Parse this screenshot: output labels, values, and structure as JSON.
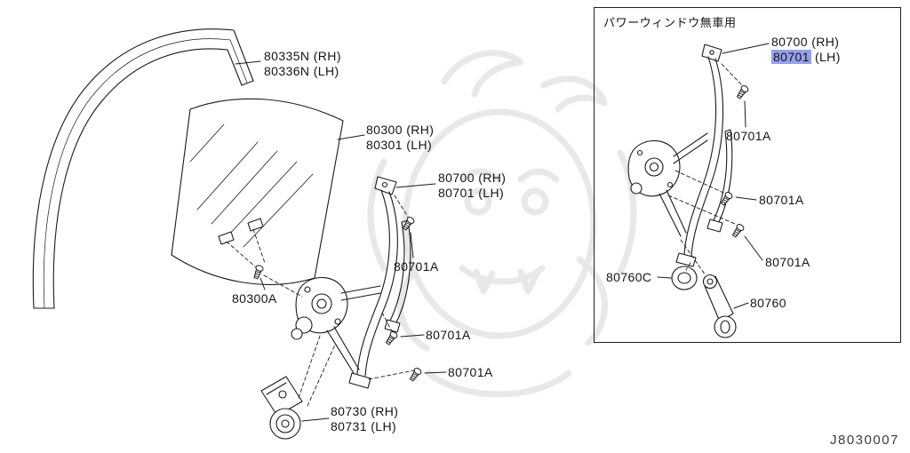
{
  "diagram": {
    "id": "J8030007",
    "background": "#ffffff",
    "line_color": "#1a1a1a",
    "highlight_color": "#96a0ea",
    "watermark_color": "#d6d6d6"
  },
  "icons": {
    "screw": "screw-icon"
  },
  "main_view": {
    "labels": {
      "glass_run_line1": "80335N (RH)",
      "glass_run_line2": "80336N (LH)",
      "door_glass_line1": "80300 (RH)",
      "door_glass_line2": "80301 (LH)",
      "regulator_line1": "80700 (RH)",
      "regulator_line2": "80701 (LH)",
      "screw_upper": "80701A",
      "glass_attachment": "80300A",
      "screw_middle": "80701A",
      "screw_lower": "80701A",
      "motor_line1": "80730 (RH)",
      "motor_line2": "80731 (LH)"
    }
  },
  "inset_view": {
    "title": "パワーウィンドウ無車用",
    "labels": {
      "regulator_rh": "80700 (RH)",
      "regulator_lh_number": "80701",
      "regulator_lh_suffix": "(LH)",
      "screw_top": "80701A",
      "screw_middle": "80701A",
      "screw_lower": "80701A",
      "bushing": "80760C",
      "crank_handle": "80760"
    }
  }
}
